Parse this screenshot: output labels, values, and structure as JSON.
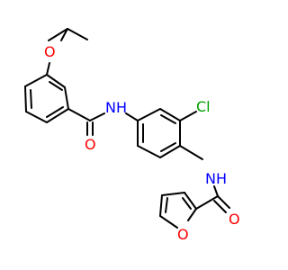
{
  "colors": {
    "carbon": "#000000",
    "oxygen": "#ff0000",
    "nitrogen": "#0000ff",
    "chlorine": "#00a000",
    "background": "#ffffff"
  },
  "atoms": {
    "ether_o": "O",
    "amide1_nh": "NH",
    "amide1_o": "O",
    "cl": "Cl",
    "amide2_nh": "NH",
    "amide2_o": "O",
    "furan_o": "O"
  }
}
